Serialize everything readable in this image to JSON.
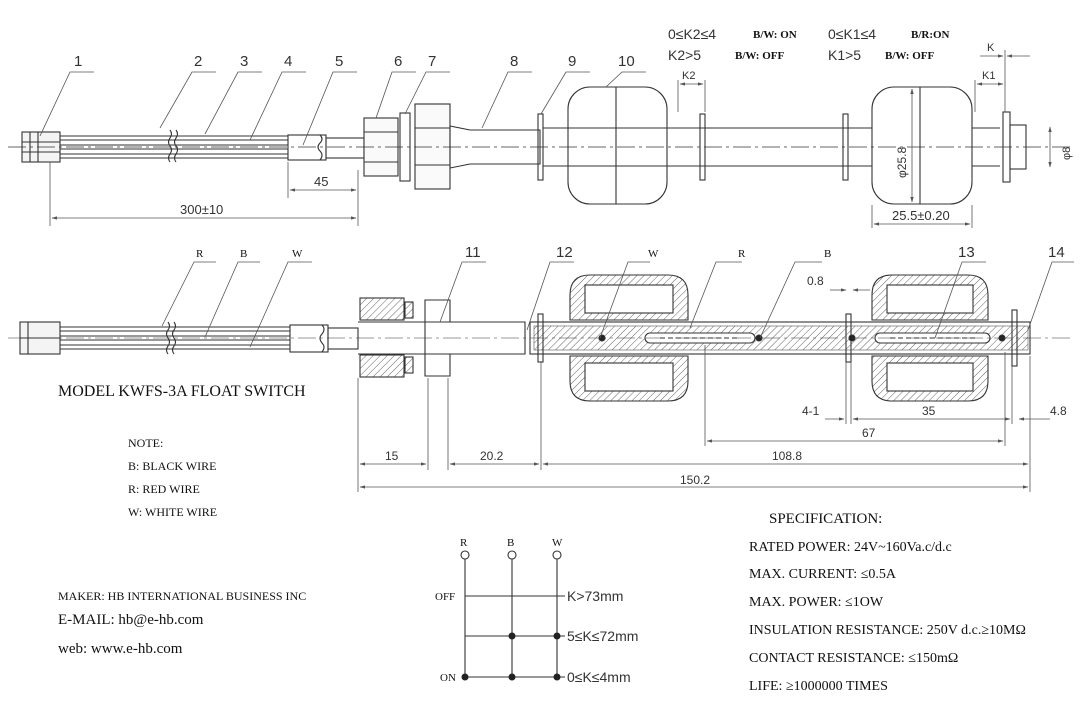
{
  "callouts": [
    "1",
    "2",
    "3",
    "4",
    "5",
    "6",
    "7",
    "8",
    "9",
    "10",
    "11",
    "12",
    "13",
    "14"
  ],
  "top_view": {
    "dim_length": "300±10",
    "dim_sleeve": "45",
    "dim_float_width": "25.5±0.20",
    "dim_float_dia": "φ25.8",
    "dim_rod_dia": "φ8",
    "label_k2": "K2",
    "label_k1": "K1",
    "label_k": "K",
    "k2_on_range": "0≤K2≤4",
    "k2_on_state": "B/W: ON",
    "k2_off_range": "K2>5",
    "k2_off_state": "B/W: OFF",
    "k1_on_range": "0≤K1≤4",
    "k1_on_state": "B/R:ON",
    "k1_off_range": "K1>5",
    "k1_off_state": "B/W: OFF"
  },
  "section_view": {
    "wire_r": "R",
    "wire_b": "B",
    "wire_w": "W",
    "inner_w": "W",
    "inner_r": "R",
    "inner_b": "B",
    "dim_08": "0.8",
    "dim_4_1": "4-1",
    "dim_35": "35",
    "dim_4_8": "4.8",
    "dim_67": "67",
    "dim_15": "15",
    "dim_20_2": "20.2",
    "dim_108_8": "108.8",
    "dim_150_2": "150.2"
  },
  "model": "MODEL KWFS-3A FLOAT SWITCH",
  "note": {
    "title": "NOTE:",
    "items": [
      "B: BLACK WIRE",
      "R: RED WIRE",
      "W: WHITE WIRE"
    ]
  },
  "switch_diagram": {
    "columns": [
      "R",
      "B",
      "W"
    ],
    "off_label": "OFF",
    "on_label": "ON",
    "rows": [
      "K>73mm",
      "5≤K≤72mm",
      "0≤K≤4mm"
    ]
  },
  "maker": "MAKER: HB INTERNATIONAL BUSINESS INC",
  "email": "E-MAIL: hb@e-hb.com",
  "web": "web: www.e-hb.com",
  "spec": {
    "title": "SPECIFICATION:",
    "items": [
      "RATED POWER: 24V~160Va.c/d.c",
      "MAX. CURRENT: ≤0.5A",
      "MAX. POWER: ≤1OW",
      "INSULATION RESISTANCE: 250V d.c.≥10MΩ",
      "CONTACT RESISTANCE: ≤150mΩ",
      "LIFE: ≥1000000 TIMES"
    ]
  }
}
